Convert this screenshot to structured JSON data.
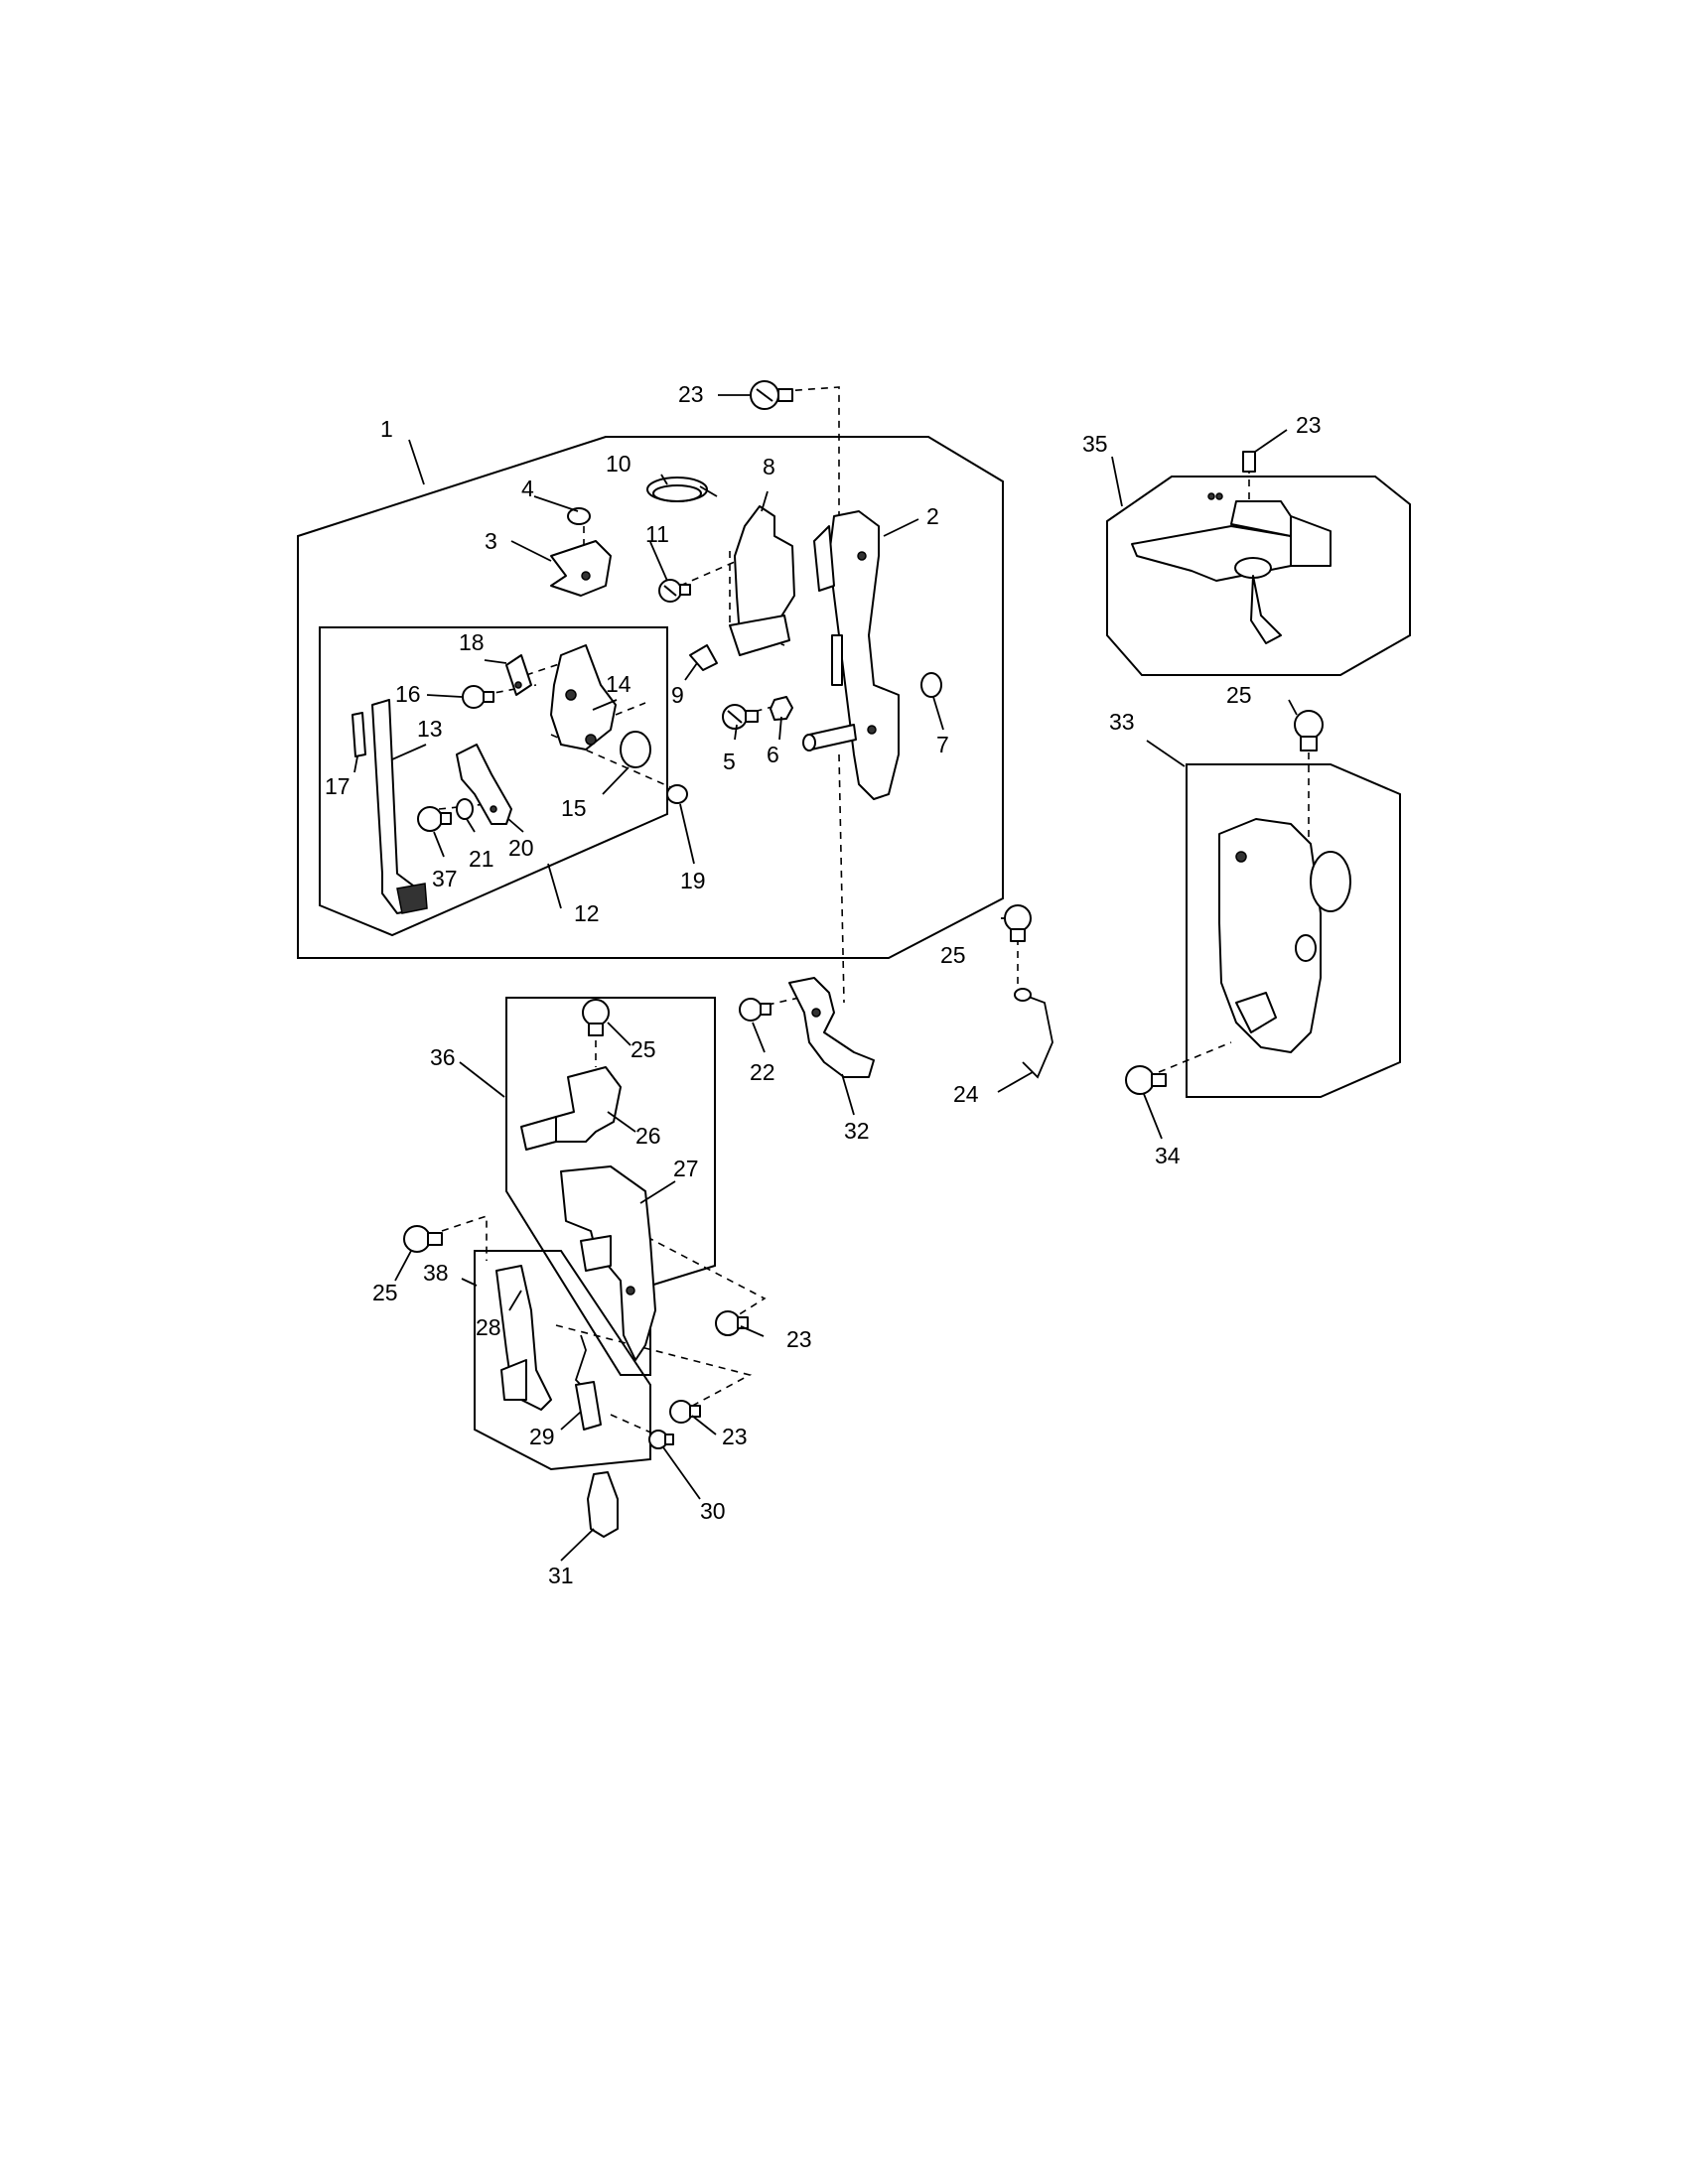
{
  "diagram": {
    "callouts": [
      {
        "id": "c1",
        "text": "1"
      },
      {
        "id": "c2",
        "text": "2"
      },
      {
        "id": "c3",
        "text": "3"
      },
      {
        "id": "c4",
        "text": "4"
      },
      {
        "id": "c5",
        "text": "5"
      },
      {
        "id": "c6",
        "text": "6"
      },
      {
        "id": "c7",
        "text": "7"
      },
      {
        "id": "c8",
        "text": "8"
      },
      {
        "id": "c9",
        "text": "9"
      },
      {
        "id": "c10",
        "text": "10"
      },
      {
        "id": "c11",
        "text": "11"
      },
      {
        "id": "c12",
        "text": "12"
      },
      {
        "id": "c13",
        "text": "13"
      },
      {
        "id": "c14",
        "text": "14"
      },
      {
        "id": "c15",
        "text": "15"
      },
      {
        "id": "c16",
        "text": "16"
      },
      {
        "id": "c17",
        "text": "17"
      },
      {
        "id": "c18",
        "text": "18"
      },
      {
        "id": "c19",
        "text": "19"
      },
      {
        "id": "c20",
        "text": "20"
      },
      {
        "id": "c21",
        "text": "21"
      },
      {
        "id": "c22",
        "text": "22"
      },
      {
        "id": "c23a",
        "text": "23"
      },
      {
        "id": "c23b",
        "text": "23"
      },
      {
        "id": "c23c",
        "text": "23"
      },
      {
        "id": "c23d",
        "text": "23"
      },
      {
        "id": "c24",
        "text": "24"
      },
      {
        "id": "c25a",
        "text": "25"
      },
      {
        "id": "c25b",
        "text": "25"
      },
      {
        "id": "c25c",
        "text": "25"
      },
      {
        "id": "c25d",
        "text": "25"
      },
      {
        "id": "c26",
        "text": "26"
      },
      {
        "id": "c27",
        "text": "27"
      },
      {
        "id": "c28",
        "text": "28"
      },
      {
        "id": "c29",
        "text": "29"
      },
      {
        "id": "c30",
        "text": "30"
      },
      {
        "id": "c31",
        "text": "31"
      },
      {
        "id": "c32",
        "text": "32"
      },
      {
        "id": "c33",
        "text": "33"
      },
      {
        "id": "c34",
        "text": "34"
      },
      {
        "id": "c35",
        "text": "35"
      },
      {
        "id": "c36",
        "text": "36"
      },
      {
        "id": "c37",
        "text": "37"
      },
      {
        "id": "c38",
        "text": "38"
      }
    ]
  }
}
